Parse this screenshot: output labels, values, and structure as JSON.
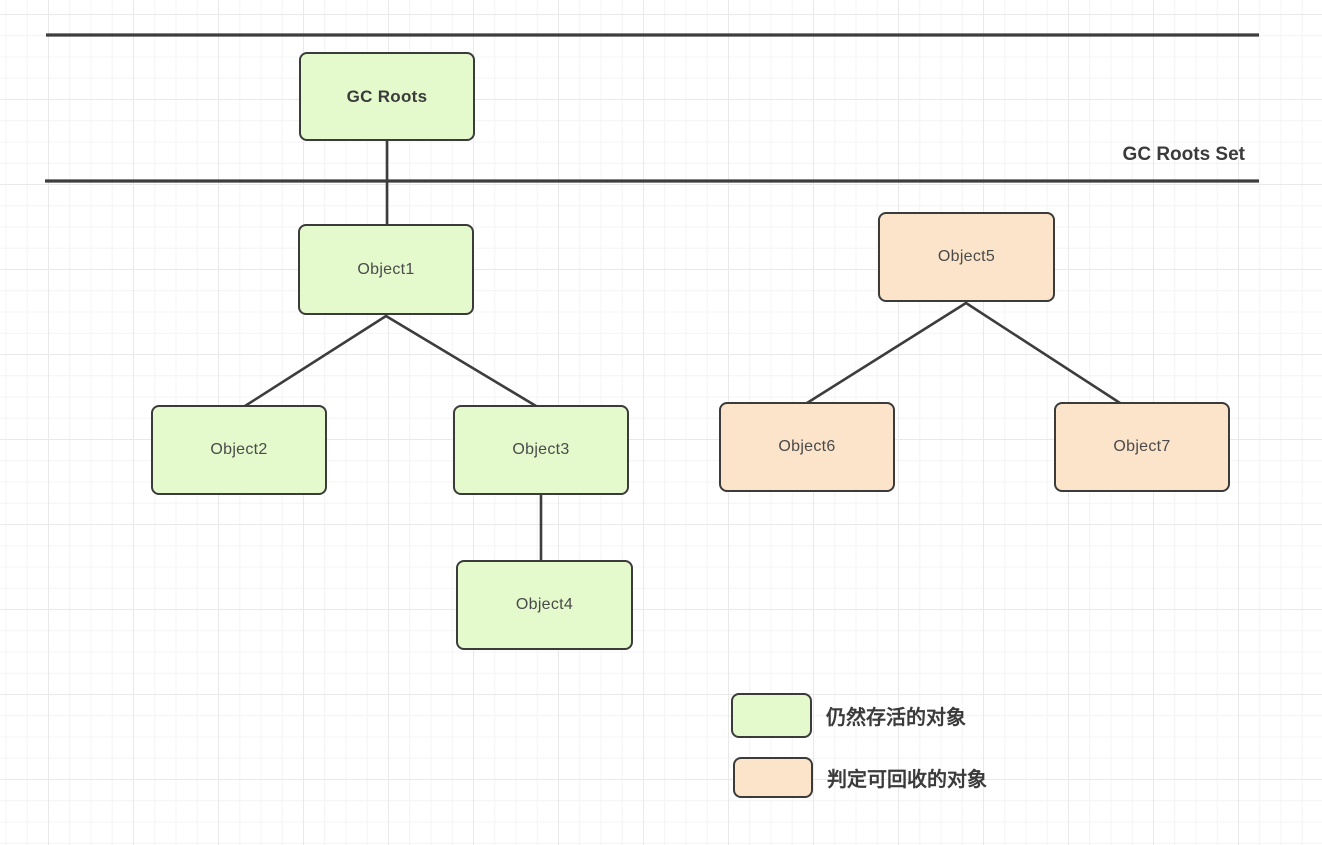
{
  "diagram": {
    "region_label": "GC Roots Set",
    "nodes": [
      {
        "id": "gc-roots",
        "label": "GC Roots",
        "status": "alive"
      },
      {
        "id": "object1",
        "label": "Object1",
        "status": "alive"
      },
      {
        "id": "object2",
        "label": "Object2",
        "status": "alive"
      },
      {
        "id": "object3",
        "label": "Object3",
        "status": "alive"
      },
      {
        "id": "object4",
        "label": "Object4",
        "status": "alive"
      },
      {
        "id": "object5",
        "label": "Object5",
        "status": "recyclable"
      },
      {
        "id": "object6",
        "label": "Object6",
        "status": "recyclable"
      },
      {
        "id": "object7",
        "label": "Object7",
        "status": "recyclable"
      }
    ],
    "edges": [
      {
        "from": "gc-roots",
        "to": "object1"
      },
      {
        "from": "object1",
        "to": "object2"
      },
      {
        "from": "object1",
        "to": "object3"
      },
      {
        "from": "object3",
        "to": "object4"
      },
      {
        "from": "object5",
        "to": "object6"
      },
      {
        "from": "object5",
        "to": "object7"
      }
    ],
    "legend": [
      {
        "label": "仍然存活的对象",
        "status": "alive"
      },
      {
        "label": "判定可回收的对象",
        "status": "recyclable"
      }
    ],
    "colors": {
      "alive_fill": "#e4facd",
      "recyclable_fill": "#fce4cb",
      "node_border": "#3b3b3b",
      "edge": "#3d3d3d",
      "text": "#4a4a4a",
      "heading_text": "#3b3b3b"
    }
  }
}
